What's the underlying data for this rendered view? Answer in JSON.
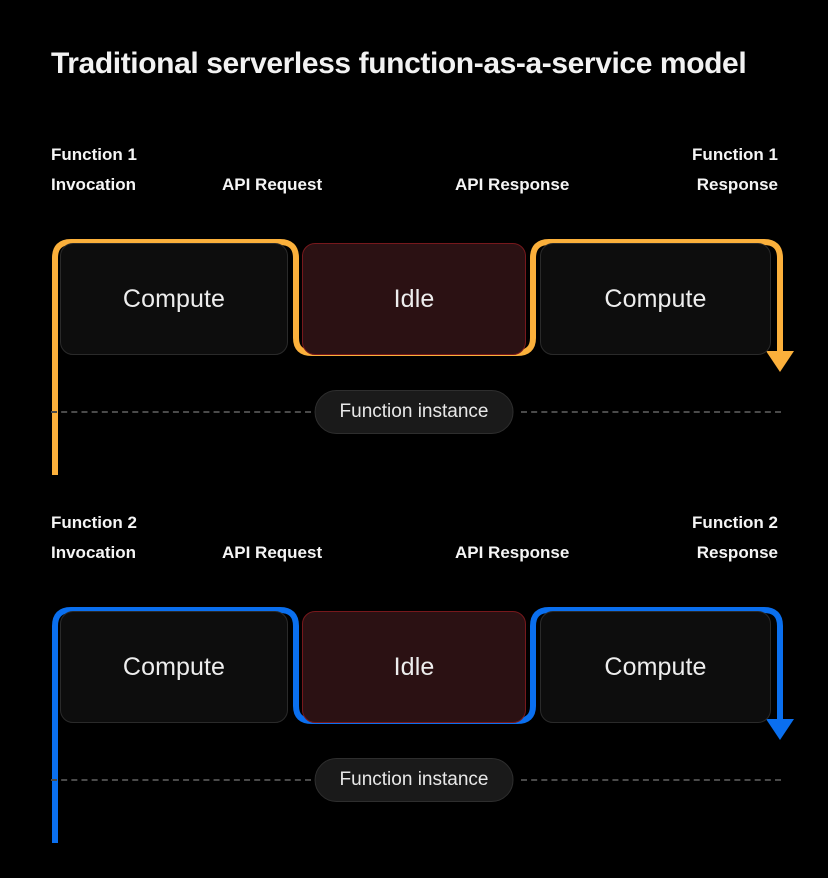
{
  "page": {
    "background_color": "#000000",
    "title": "Traditional serverless function-as-a-service model"
  },
  "colors": {
    "track_orange": "#FBB03B",
    "track_blue": "#0A6FEF",
    "compute_fill": "#0D0D0D",
    "compute_border": "#2A2A2A",
    "idle_fill": "#2B1113",
    "idle_border": "#77181C",
    "text_primary": "#FFFFFF",
    "dash_line": "#4A4A4A",
    "pill_fill": "#1A1A1A",
    "pill_border": "#2E2E2E"
  },
  "blocks": [
    {
      "id": "function-1",
      "accent_color": "#FBB03B",
      "labels": {
        "invocation_line1": "Function 1",
        "invocation_line2": "Invocation",
        "api_request": "API Request",
        "api_response": "API Response",
        "response_line1": "Function 1",
        "response_line2": "Response"
      },
      "stages": [
        {
          "name": "compute-left",
          "label": "Compute",
          "state": "active"
        },
        {
          "name": "idle",
          "label": "Idle",
          "state": "idle"
        },
        {
          "name": "compute-right",
          "label": "Compute",
          "state": "active"
        }
      ],
      "instance_label": "Function instance"
    },
    {
      "id": "function-2",
      "accent_color": "#0A6FEF",
      "labels": {
        "invocation_line1": "Function 2",
        "invocation_line2": "Invocation",
        "api_request": "API Request",
        "api_response": "API Response",
        "response_line1": "Function 2",
        "response_line2": "Response"
      },
      "stages": [
        {
          "name": "compute-left",
          "label": "Compute",
          "state": "active"
        },
        {
          "name": "idle",
          "label": "Idle",
          "state": "idle"
        },
        {
          "name": "compute-right",
          "label": "Compute",
          "state": "active"
        }
      ],
      "instance_label": "Function instance"
    }
  ]
}
